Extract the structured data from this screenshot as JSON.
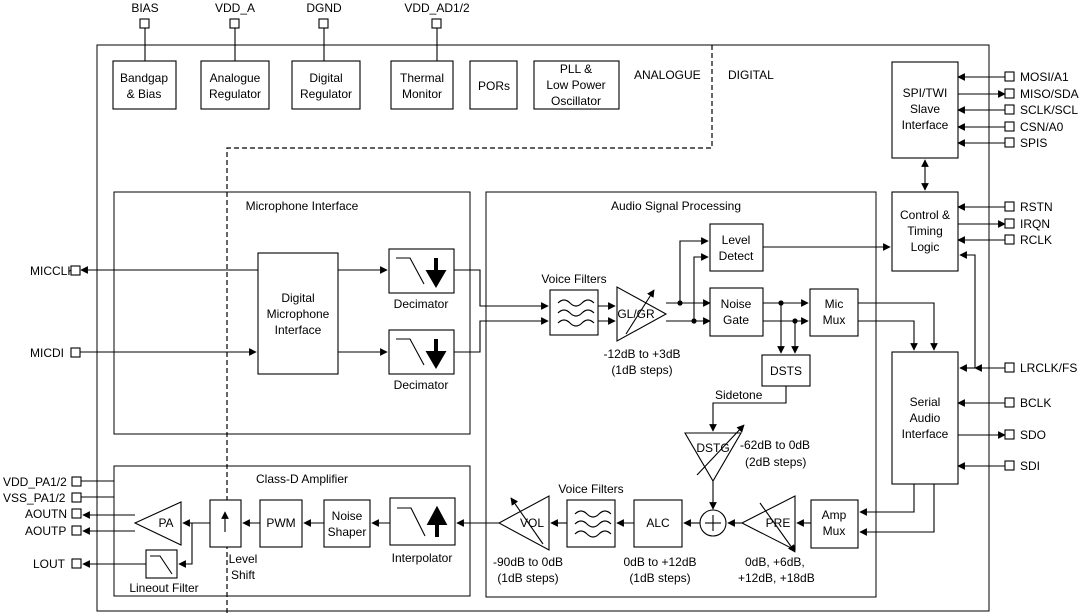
{
  "top_pins": {
    "bias": "BIAS",
    "vdd_a": "VDD_A",
    "dgnd": "DGND",
    "vdd_ad": "VDD_AD1/2"
  },
  "analogue_blocks": {
    "bandgap": [
      "Bandgap",
      "& Bias"
    ],
    "analogue_reg": [
      "Analogue",
      "Regulator"
    ],
    "digital_reg": [
      "Digital",
      "Regulator"
    ],
    "thermal": [
      "Thermal",
      "Monitor"
    ],
    "pors": "PORs",
    "pll": [
      "PLL &",
      "Low Power",
      "Oscillator"
    ]
  },
  "domains": {
    "analogue": "ANALOGUE",
    "digital": "DIGITAL"
  },
  "spi": {
    "label": [
      "SPI/TWI",
      "Slave",
      "Interface"
    ],
    "pins": [
      "MOSI/A1",
      "MISO/SDA",
      "SCLK/SCL",
      "CSN/A0",
      "SPIS"
    ]
  },
  "control": {
    "label": [
      "Control &",
      "Timing",
      "Logic"
    ],
    "pins": [
      "RSTN",
      "IRQN",
      "RCLK"
    ]
  },
  "serial": {
    "label": [
      "Serial",
      "Audio",
      "Interface"
    ],
    "pins": [
      "LRCLK/FS",
      "BCLK",
      "SDO",
      "SDI"
    ]
  },
  "mic_interface": {
    "title": "Microphone Interface",
    "dmi": [
      "Digital",
      "Microphone",
      "Interface"
    ],
    "decimator": "Decimator",
    "pins": {
      "clk": "MICCLK",
      "di": "MICDI"
    }
  },
  "asp": {
    "title": "Audio Signal Processing",
    "voice_filters": "Voice Filters",
    "gl_gr": "GL/GR",
    "gl_range": [
      "-12dB to +3dB",
      "(1dB steps)"
    ],
    "level_detect": [
      "Level",
      "Detect"
    ],
    "noise_gate": [
      "Noise",
      "Gate"
    ],
    "mic_mux": [
      "Mic",
      "Mux"
    ],
    "dsts": "DSTS",
    "sidetone": "Sidetone",
    "dstg": "DSTG",
    "dstg_range": [
      "-62dB to 0dB",
      "(2dB steps)"
    ],
    "vol": "VOL",
    "vol_range": [
      "-90dB to 0dB",
      "(1dB steps)"
    ],
    "alc": "ALC",
    "alc_range": [
      "0dB to +12dB",
      "(1dB steps)"
    ],
    "pre": "PRE",
    "pre_range": [
      "0dB, +6dB,",
      "+12dB, +18dB"
    ],
    "amp_mux": [
      "Amp",
      "Mux"
    ]
  },
  "class_d": {
    "title": "Class-D Amplifier",
    "interpolator": "Interpolator",
    "noise_shaper": [
      "Noise",
      "Shaper"
    ],
    "pwm": "PWM",
    "level_shift": [
      "Level",
      "Shift"
    ],
    "pa": "PA",
    "lineout": "Lineout Filter",
    "pins": [
      "VDD_PA1/2",
      "VSS_PA1/2",
      "AOUTN",
      "AOUTP",
      "LOUT"
    ]
  }
}
